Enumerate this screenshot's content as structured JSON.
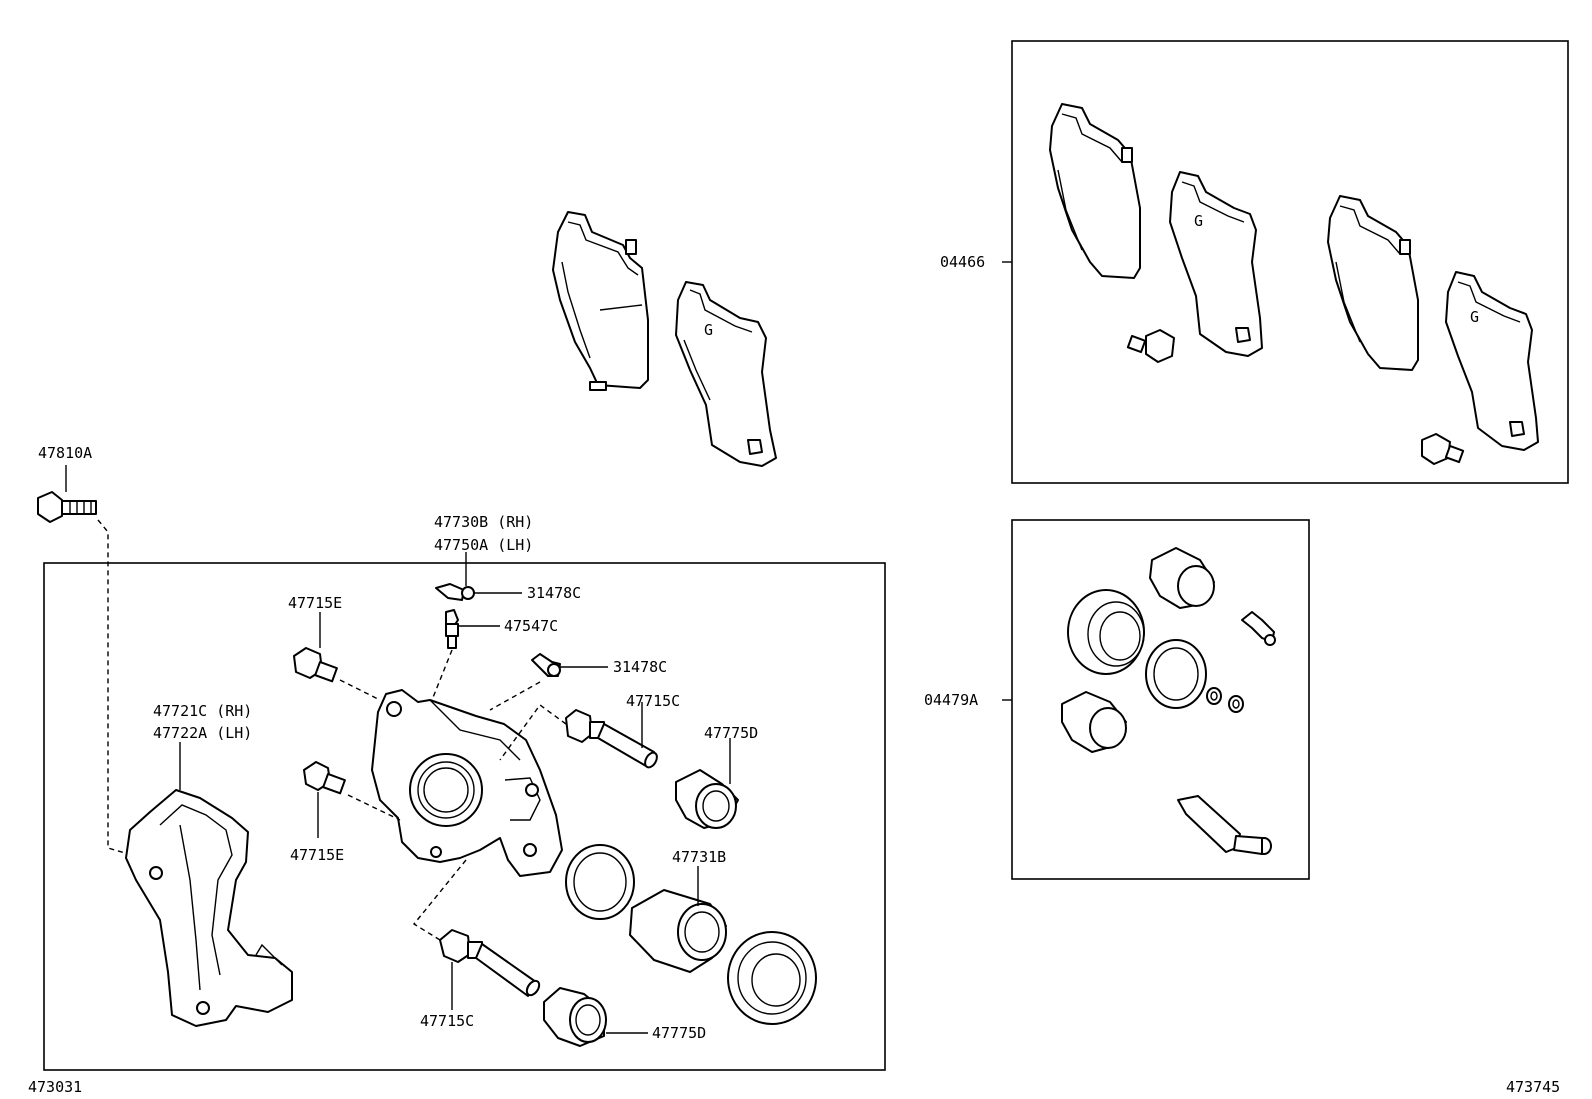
{
  "labels": {
    "bolt_47810A": "47810A",
    "clip_47730B": "47730B (RH)",
    "clip_47750A": "47750A (LH)",
    "clip_31478C_top": "31478C",
    "bleeder_47547C": "47547C",
    "clip_31478C_mid": "31478C",
    "bolt_47715E_top": "47715E",
    "pin_47715C_top": "47715C",
    "boot_47775D_top": "47775D",
    "mount_47721C": "47721C (RH)",
    "mount_47722A": "47722A (LH)",
    "bolt_47715E_bottom": "47715E",
    "piston_47731B": "47731B",
    "pin_47715C_bottom": "47715C",
    "boot_47775D_bottom": "47775D",
    "pad_kit_04466": "04466",
    "seal_kit_04479A": "04479A",
    "ref_473031": "473031",
    "ref_473745": "473745"
  }
}
